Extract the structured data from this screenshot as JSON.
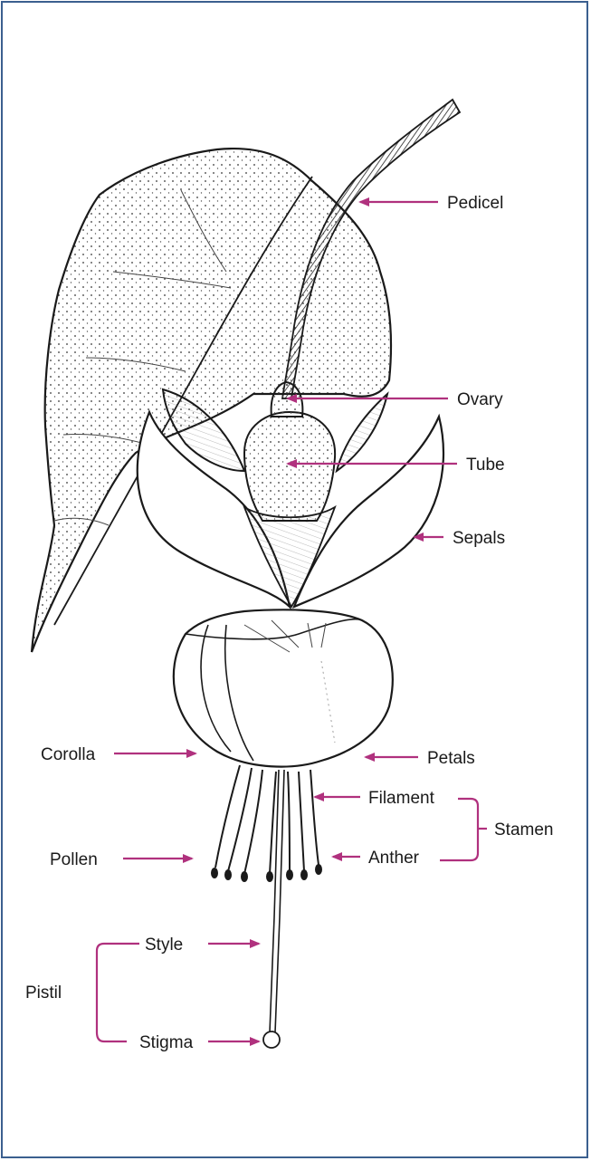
{
  "diagram": {
    "colors": {
      "frame": "#3b5f8f",
      "arrow": "#b0317e",
      "ink": "#1a1a1a"
    },
    "labels": {
      "pedicel": "Pedicel",
      "ovary": "Ovary",
      "tube": "Tube",
      "sepals": "Sepals",
      "corolla": "Corolla",
      "petals": "Petals",
      "filament": "Filament",
      "anther": "Anther",
      "stamen": "Stamen",
      "pollen": "Pollen",
      "style": "Style",
      "stigma": "Stigma",
      "pistil": "Pistil"
    }
  }
}
